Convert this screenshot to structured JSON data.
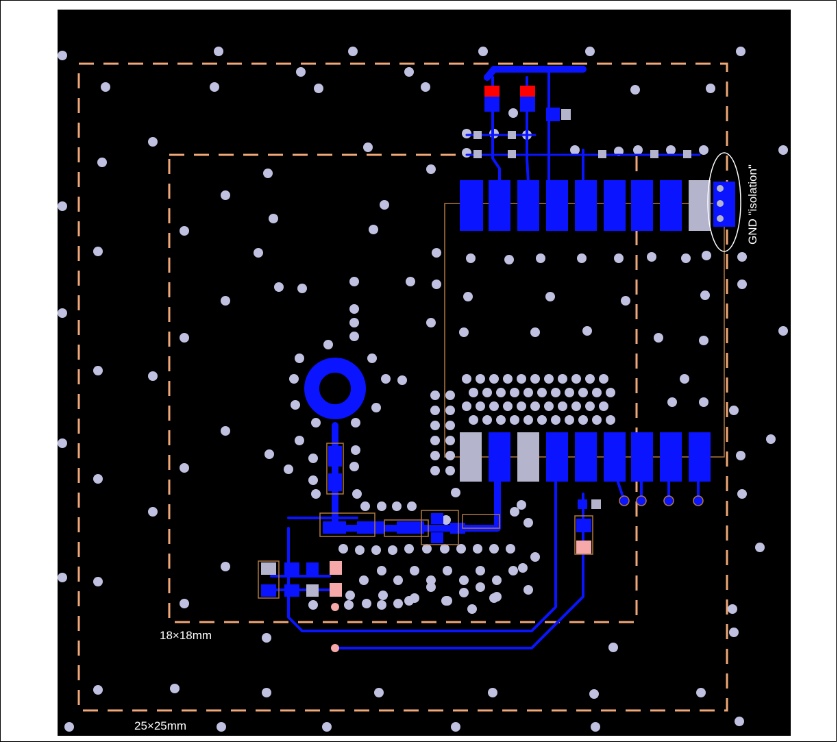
{
  "labels": {
    "outer_area": "25×25mm",
    "inner_area": "18×18mm",
    "gnd_isolation": "GND \"isolation\""
  },
  "colors": {
    "board": "#000000",
    "via": "#c0c0e0",
    "copper": "#0a14ff",
    "outline": "#f0a878",
    "pad_red": "#ff0000",
    "pad_pink": "#f7a8a8",
    "pad_grey": "#b4b4cc",
    "silk": "#b07840",
    "text": "#ffffff"
  }
}
